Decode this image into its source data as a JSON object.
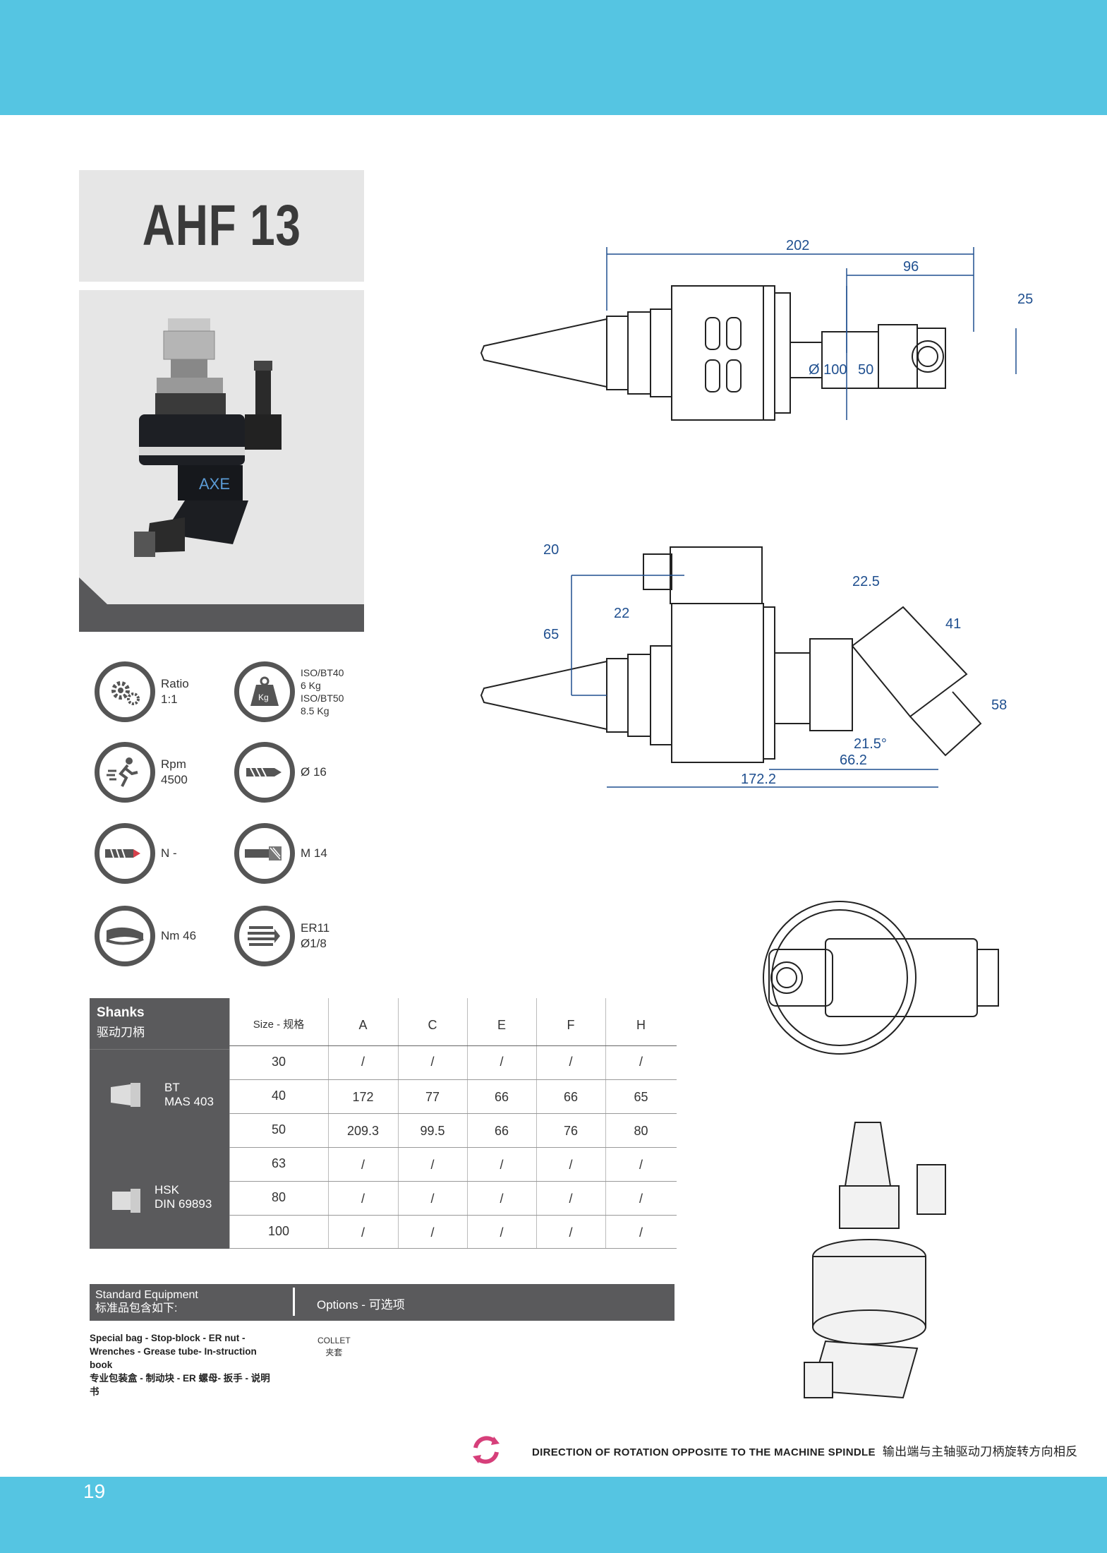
{
  "page": {
    "number": "19"
  },
  "title": "AHF 13",
  "specs": [
    {
      "icon": "gears-icon",
      "text": "Ratio\n1:1"
    },
    {
      "icon": "weight-icon",
      "text": "ISO/BT40\n6 Kg\nISO/BT50\n8.5 Kg"
    },
    {
      "icon": "runner-icon",
      "text": "Rpm\n4500"
    },
    {
      "icon": "drill-icon",
      "text": "Ø 16"
    },
    {
      "icon": "tap-icon",
      "text": "N -"
    },
    {
      "icon": "thread-icon",
      "text": "M 14"
    },
    {
      "icon": "torque-icon",
      "text": "Nm 46"
    },
    {
      "icon": "collet-icon",
      "text": "ER11\nØ1/8"
    }
  ],
  "photo": {
    "logo": "AXE"
  },
  "drawing_labels": {
    "top_view": [
      "202",
      "96",
      "25",
      "Ø 100",
      "50"
    ],
    "side_view": [
      "20",
      "65",
      "22",
      "22.5",
      "41",
      "58",
      "21.5°",
      "66.2",
      "172.2"
    ]
  },
  "table": {
    "title": "Shanks",
    "title_cn": "驱动刀柄",
    "size_header": "Size - 规格",
    "columns": [
      "A",
      "C",
      "E",
      "F",
      "H"
    ],
    "bt": {
      "name": "BT",
      "standard": "MAS 403"
    },
    "hsk": {
      "name": "HSK",
      "standard": "DIN 69893"
    },
    "rows": [
      {
        "size": "30",
        "values": [
          "/",
          "/",
          "/",
          "/",
          "/"
        ]
      },
      {
        "size": "40",
        "values": [
          "172",
          "77",
          "66",
          "66",
          "65"
        ]
      },
      {
        "size": "50",
        "values": [
          "209.3",
          "99.5",
          "66",
          "76",
          "80"
        ]
      },
      {
        "size": "63",
        "values": [
          "/",
          "/",
          "/",
          "/",
          "/"
        ]
      },
      {
        "size": "80",
        "values": [
          "/",
          "/",
          "/",
          "/",
          "/"
        ]
      },
      {
        "size": "100",
        "values": [
          "/",
          "/",
          "/",
          "/",
          "/"
        ]
      }
    ]
  },
  "equipment": {
    "standard_label": "Standard Equipment",
    "standard_label_cn": "标准品包含如下:",
    "options_label": "Options - 可选项",
    "standard_text": "Special bag - Stop-block - ER nut - Wrenches - Grease tube- In-struction book",
    "standard_text_cn": "专业包装盒 - 制动块 - ER 螺母- 扳手 - 说明书",
    "collet": "COLLET",
    "collet_cn": "夹套"
  },
  "rotation": {
    "note": "DIRECTION OF ROTATION OPPOSITE TO THE MACHINE SPINDLE",
    "note_cn": "输出端与主轴驱动刀柄旋转方向相反",
    "icon": "rotation-arrows-icon",
    "color": "#d63f7a"
  },
  "colors": {
    "band": "#55c5e2",
    "dark_gray": "#5a5a5c",
    "panel_gray": "#e6e6e6",
    "dim_blue": "#1f4f8f"
  }
}
